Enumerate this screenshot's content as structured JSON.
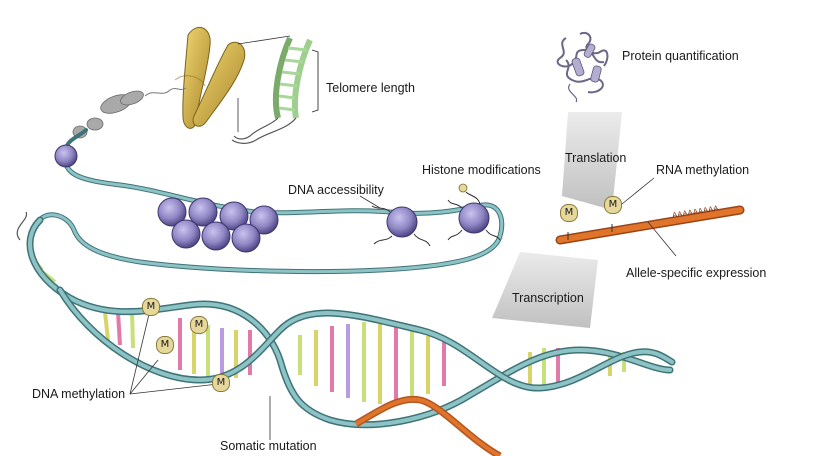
{
  "diagram": {
    "labels": {
      "telomere": "Telomere length",
      "protein": "Protein quantification",
      "translation": "Translation",
      "rna_methylation": "RNA methylation",
      "dna_accessibility": "DNA accessibility",
      "histone": "Histone modifications",
      "allele": "Allele-specific expression",
      "transcription": "Transcription",
      "dna_methylation": "DNA methylation",
      "somatic": "Somatic mutation"
    },
    "mark_letter": "M",
    "polyA": "AAAAAAAAA",
    "colors": {
      "strand": "#7fb5b8",
      "strand_dark": "#3e7478",
      "rna": "#e0742b",
      "nucleosome": "#8f86c4",
      "chromosome": "#c9a83a",
      "telomere": "#9fcf8f",
      "methyl_mark": "#e6d79a",
      "arrow_grey": "#c4c4c4"
    }
  }
}
